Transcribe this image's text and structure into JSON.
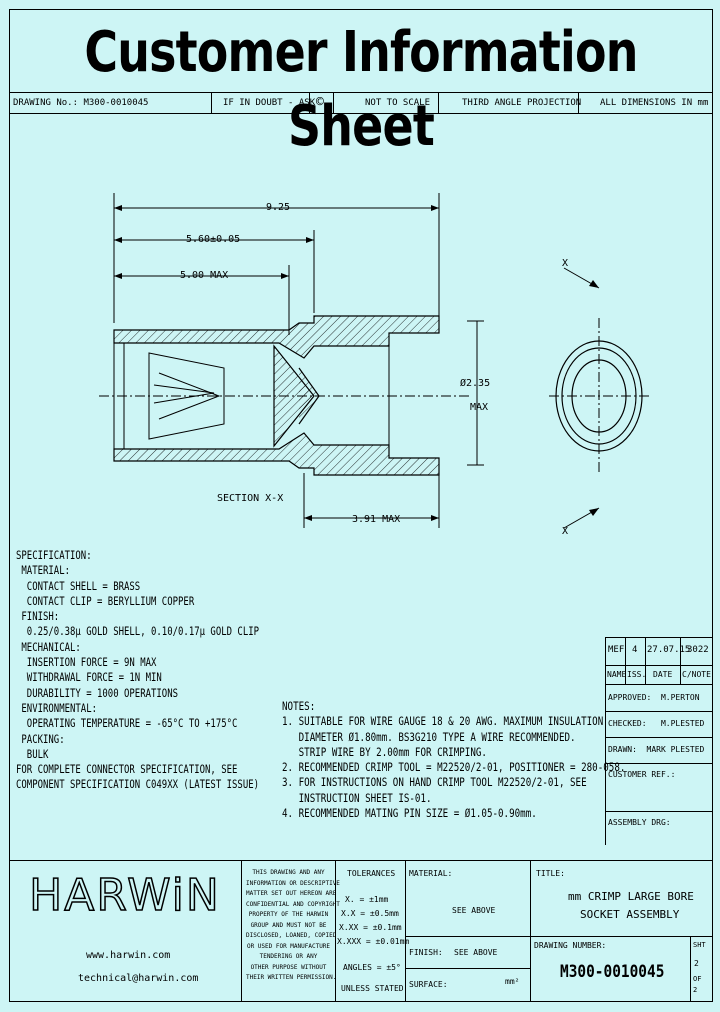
{
  "sheet_title": "Customer Information Sheet",
  "header_row": {
    "drawing_no": "DRAWING No.: M300-0010045",
    "if_in_doubt": "IF IN DOUBT - ASK",
    "copyright_symbol": "©",
    "scale": "NOT TO SCALE",
    "projection": "THIRD ANGLE PROJECTION",
    "units": "ALL DIMENSIONS IN mm"
  },
  "drawing": {
    "dim_overall": "9.25",
    "dim_strip": "5.60±0.05",
    "dim_max": "5.00 MAX",
    "dim_diameter": "Ø2.35",
    "dim_diameter_max": "MAX",
    "dim_rear": "3.91 MAX",
    "section_label": "SECTION X-X",
    "section_mark_top": "X",
    "section_mark_bottom": "X"
  },
  "specification": {
    "lines": [
      "SPECIFICATION:",
      " MATERIAL:",
      "  CONTACT SHELL = BRASS",
      "  CONTACT CLIP = BERYLLIUM COPPER",
      " FINISH:",
      "  0.25/0.38µ GOLD SHELL, 0.10/0.17µ GOLD CLIP",
      " MECHANICAL:",
      "  INSERTION FORCE = 9N MAX",
      "  WITHDRAWAL FORCE = 1N MIN",
      "  DURABILITY = 1000 OPERATIONS",
      " ENVIRONMENTAL:",
      "  OPERATING TEMPERATURE = -65°C TO +175°C",
      " PACKING:",
      "  BULK",
      "FOR COMPLETE CONNECTOR SPECIFICATION, SEE",
      "COMPONENT SPECIFICATION C049XX (LATEST ISSUE)"
    ]
  },
  "notes": {
    "lines": [
      "NOTES:",
      "1. SUITABLE FOR WIRE GAUGE 18 & 20 AWG. MAXIMUM INSULATION",
      "   DIAMETER Ø1.80mm. BS3G210 TYPE A WIRE RECOMMENDED.",
      "   STRIP WIRE BY 2.00mm FOR CRIMPING.",
      "2. RECOMMENDED CRIMP TOOL = M22520/2-01, POSITIONER = 280-058.",
      "3. FOR INSTRUCTIONS ON HAND CRIMP TOOL M22520/2-01, SEE",
      "   INSTRUCTION SHEET IS-01.",
      "4. RECOMMENDED MATING PIN SIZE = Ø1.05-0.90mm."
    ]
  },
  "revision": {
    "mef": "MEF",
    "issue": "4",
    "date": "27.07.15",
    "change": "3022",
    "h_name": "NAME",
    "h_iss": "ISS.",
    "h_date": "DATE",
    "h_change": "C/NOTE"
  },
  "approvals": {
    "approved": "APPROVED:  M.PERTON",
    "checked": "CHECKED:   M.PLESTED",
    "drawn": "DRAWN:  MARK PLESTED",
    "customer_ref": "CUSTOMER REF.:",
    "assembly_drg": "ASSEMBLY DRG:"
  },
  "title_block": {
    "logo": "HARWiN",
    "website": "www.harwin.com",
    "email": "technical@harwin.com",
    "disclaimer": "THIS DRAWING AND ANY\nINFORMATION OR DESCRIPTIVE\nMATTER SET OUT HEREON ARE\nCONFIDENTIAL AND COPYRIGHT\nPROPERTY OF THE HARWIN\nGROUP AND MUST NOT BE\nDISCLOSED, LOANED, COPIED\nOR USED FOR MANUFACTURE\nTENDERING OR ANY\nOTHER PURPOSE WITHOUT\nTHEIR WRITTEN PERMISSION.",
    "tolerances_label": "TOLERANCES",
    "tol_x": "X. = ±1mm",
    "tol_xx": "X.X = ±0.5mm",
    "tol_xxx": "X.XX = ±0.1mm",
    "tol_xxxx": "X.XXX = ±0.01mm",
    "tol_angles": "ANGLES = ±5°",
    "tol_unless": "UNLESS STATED",
    "material_label": "MATERIAL:",
    "material_value": "SEE ABOVE",
    "finish_label": "FINISH:",
    "finish_value": "SEE ABOVE",
    "surface_label": "SURFACE:",
    "surface_value": "mm²",
    "title_label": "TITLE:",
    "title_line1": "mm CRIMP LARGE BORE",
    "title_line2": "SOCKET ASSEMBLY",
    "drawing_number_label": "DRAWING NUMBER:",
    "drawing_number": "M300-0010045",
    "sheet_label": "SHT",
    "sheet_num": "2",
    "sheet_of": "OF 2"
  }
}
